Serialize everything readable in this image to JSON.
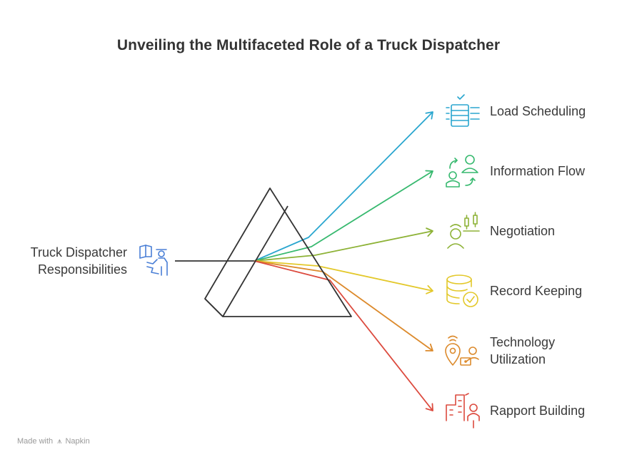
{
  "title": "Unveiling the Multifaceted Role of a Truck Dispatcher",
  "source": {
    "line1": "Truck Dispatcher",
    "line2": "Responsibilities",
    "icon": "dispatcher-icon",
    "color": "#4a7fd6"
  },
  "outputs": [
    {
      "label": "Load Scheduling",
      "icon": "calendar-check-icon",
      "color": "#2aa6cf"
    },
    {
      "label": "Information Flow",
      "icon": "people-exchange-icon",
      "color": "#37b96f"
    },
    {
      "label": "Negotiation",
      "icon": "person-candlestick-icon",
      "color": "#8db236"
    },
    {
      "label": "Record Keeping",
      "icon": "database-check-icon",
      "color": "#e3c82a"
    },
    {
      "label_line1": "Technology",
      "label_line2": "Utilization",
      "icon": "tech-location-icon",
      "color": "#dc8a2c"
    },
    {
      "label": "Rapport Building",
      "icon": "building-person-icon",
      "color": "#dc4a3e"
    }
  ],
  "footer": {
    "made_with": "Made with",
    "brand": "Napkin"
  }
}
